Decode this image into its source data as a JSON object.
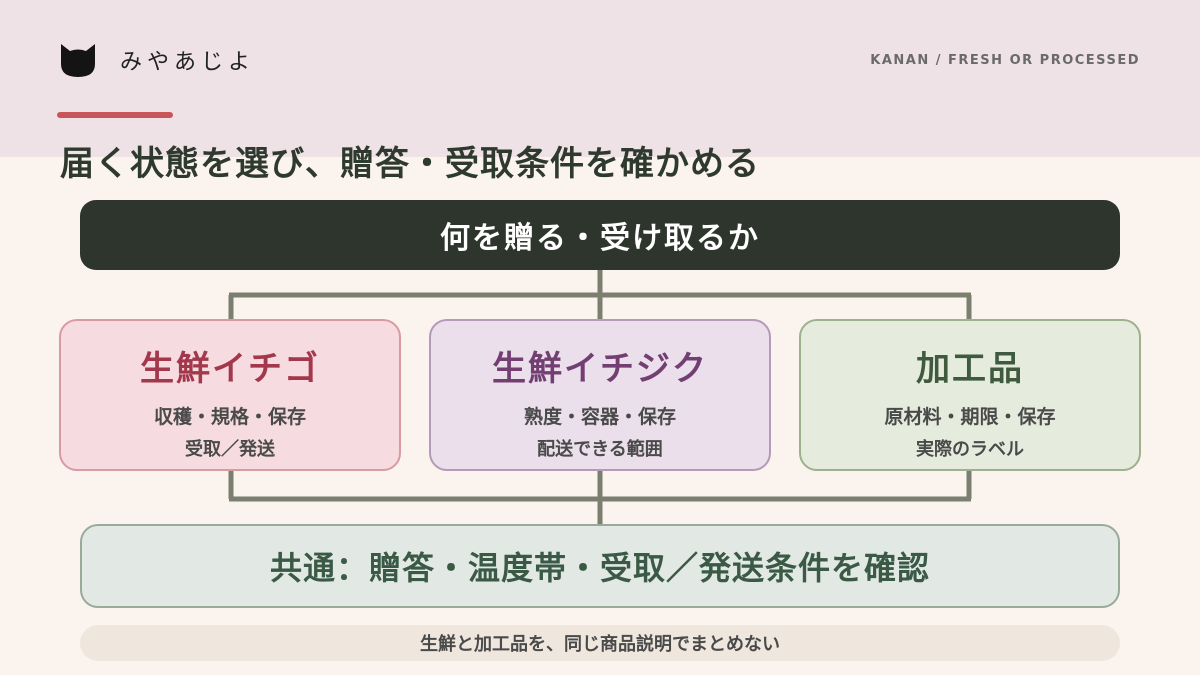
{
  "header": {
    "brand": "みやあじよ",
    "brand_icon": "cat-icon",
    "series_label": "KANAN / FRESH OR PROCESSED",
    "headline": "届く状態を選び、贈答・受取条件を確かめる"
  },
  "diagram": {
    "root": "何を贈る・受け取るか",
    "branches": [
      {
        "title": "生鮮イチゴ",
        "line1": "収穫・規格・保存",
        "line2": "受取／発送"
      },
      {
        "title": "生鮮イチジク",
        "line1": "熟度・容器・保存",
        "line2": "配送できる範囲"
      },
      {
        "title": "加工品",
        "line1": "原材料・期限・保存",
        "line2": "実際のラベル"
      }
    ],
    "common": "共通：贈答・温度帯・受取／発送条件を確認"
  },
  "footer": {
    "note": "生鮮と加工品を、同じ商品説明でまとめない"
  },
  "colors": {
    "header_band": "#efe2e6",
    "background": "#fbf3ed",
    "accent": "#c8555a",
    "root_box": "#2e352d",
    "strawberry": "#a3384c",
    "fig": "#733f73",
    "processed": "#3f5a3f",
    "connector": "#7b7f70"
  }
}
